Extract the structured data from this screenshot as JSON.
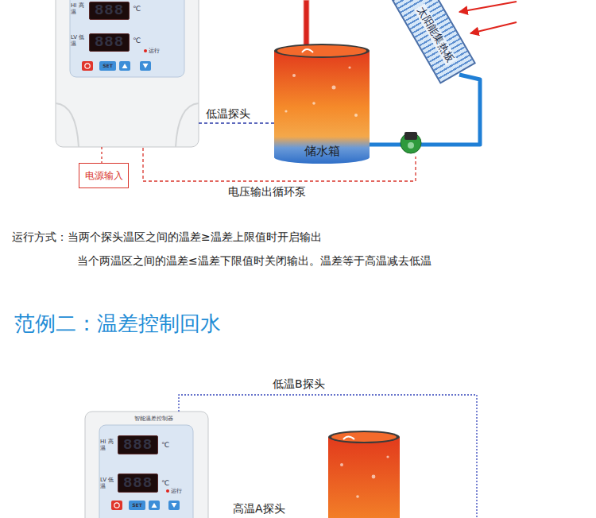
{
  "diagram": {
    "title": "范例二：温差控制回水",
    "nodes": [
      {
        "text": [
          "HI 高温",
          "℃",
          "LV 低温",
          "℃",
          "运行"
        ]
      },
      {
        "text": [
          "888"
        ],
        "in": 0
      },
      {
        "text": [
          "888"
        ],
        "in": 0
      },
      {
        "text": [
          "SET"
        ],
        "in": 0
      },
      {
        "text": [
          "电源输入"
        ]
      },
      {
        "text": [
          "储水箱"
        ]
      },
      {
        "text": [
          "太阳能集热板"
        ]
      },
      {
        "text": [
          "智能温差控制器",
          "HI 高温",
          "℃",
          "LV 低温",
          "℃",
          "运行"
        ]
      },
      {
        "text": [
          "888"
        ],
        "in": 7
      },
      {
        "text": [
          "888"
        ],
        "in": 7
      },
      {
        "text": [
          "SET"
        ],
        "in": 7
      }
    ],
    "edges": [
      {
        "from": 0,
        "to": 4,
        "arrow": "none"
      },
      {
        "from": 0,
        "to": 5,
        "label": "低温探头",
        "arrow": "none"
      }
    ],
    "labels": [
      "电压输出循环泵",
      "运行方式：当两个探头温区之间的温差≥温差上限值时开启输出",
      "当个两温区之间的温差≤温差下限值时关闭输出。温差等于高温减去低温",
      "低温B探头",
      "高温A探头"
    ]
  }
}
